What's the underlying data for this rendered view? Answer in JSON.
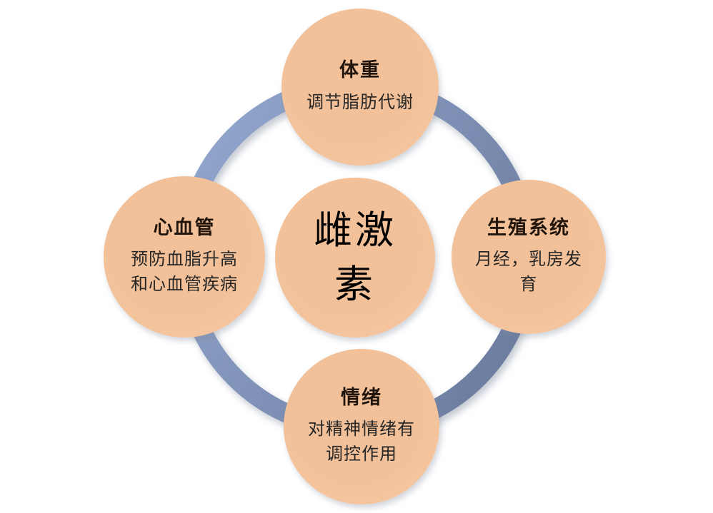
{
  "diagram": {
    "center": {
      "label": "雌激素"
    },
    "nodes": [
      {
        "id": "weight",
        "title": "体重",
        "desc": "调节脂肪代谢"
      },
      {
        "id": "cardiovascular",
        "title": "心血管",
        "desc": "预防血脂升高\n和心血管疾病"
      },
      {
        "id": "reproductive",
        "title": "生殖系统",
        "desc": "月经，乳房发\n育"
      },
      {
        "id": "mood",
        "title": "情绪",
        "desc": "对精神情绪有\n调控作用"
      }
    ]
  },
  "colors": {
    "canvas_bg": "#ffffff",
    "circle_fill": "#f2c199",
    "circle_fill_light": "#f5c9a5",
    "ring_light": "#93a7cf",
    "ring_dark": "#6d7da0",
    "title_color": "#21150b",
    "body_color": "#262626"
  }
}
